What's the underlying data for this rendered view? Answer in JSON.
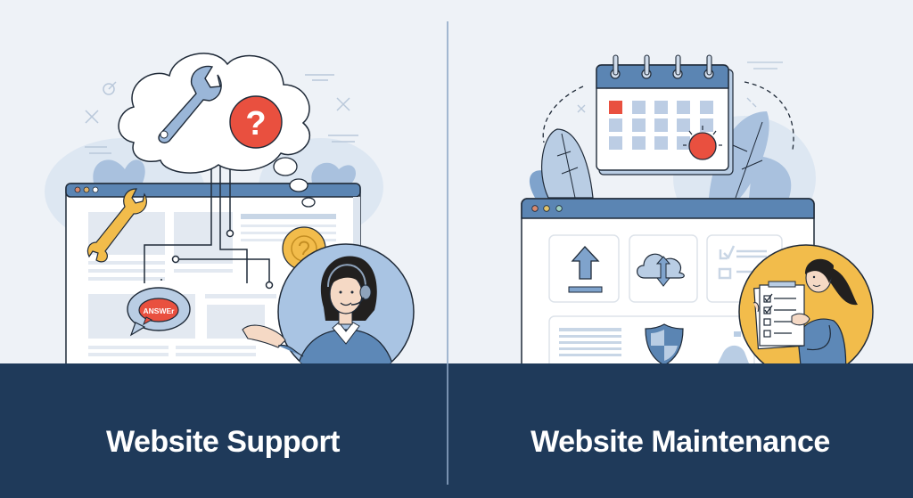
{
  "left_panel": {
    "title": "Website Support",
    "illustration": {
      "thought_cloud_icons": [
        "wrench-icon",
        "question-mark-icon"
      ],
      "question_symbol": "?",
      "speech_bubble_text": "ANSWEr",
      "browser_window_dots": 3,
      "decor_icons": [
        "wrench-icon",
        "coin-icon",
        "sparkle-icon",
        "leaf-icon"
      ],
      "person": "support-agent-with-headset"
    }
  },
  "right_panel": {
    "title": "Website Maintenance",
    "illustration": {
      "calendar": {
        "rings": 4,
        "rows": 3,
        "cols": 5,
        "highlighted_day_index": 0,
        "alert_badge": "sun-alert-icon"
      },
      "browser_window_dots": 3,
      "tiles": [
        "upload-icon",
        "cloud-sync-icon",
        "checklist-icon"
      ],
      "lower_icons": [
        "shield-icon",
        "puzzle-icon"
      ],
      "person": "woman-holding-checklist",
      "checklist_items": [
        {
          "checked": true
        },
        {
          "checked": true
        },
        {
          "checked": false
        },
        {
          "checked": false
        }
      ]
    }
  },
  "colors": {
    "background": "#eef2f7",
    "bottom_bar": "#1f3a5a",
    "accent_blue": "#5b85b3",
    "light_blue": "#b9cde4",
    "red": "#e9503f",
    "yellow": "#f2bc4b",
    "outline": "#1f2a38",
    "white": "#ffffff"
  }
}
